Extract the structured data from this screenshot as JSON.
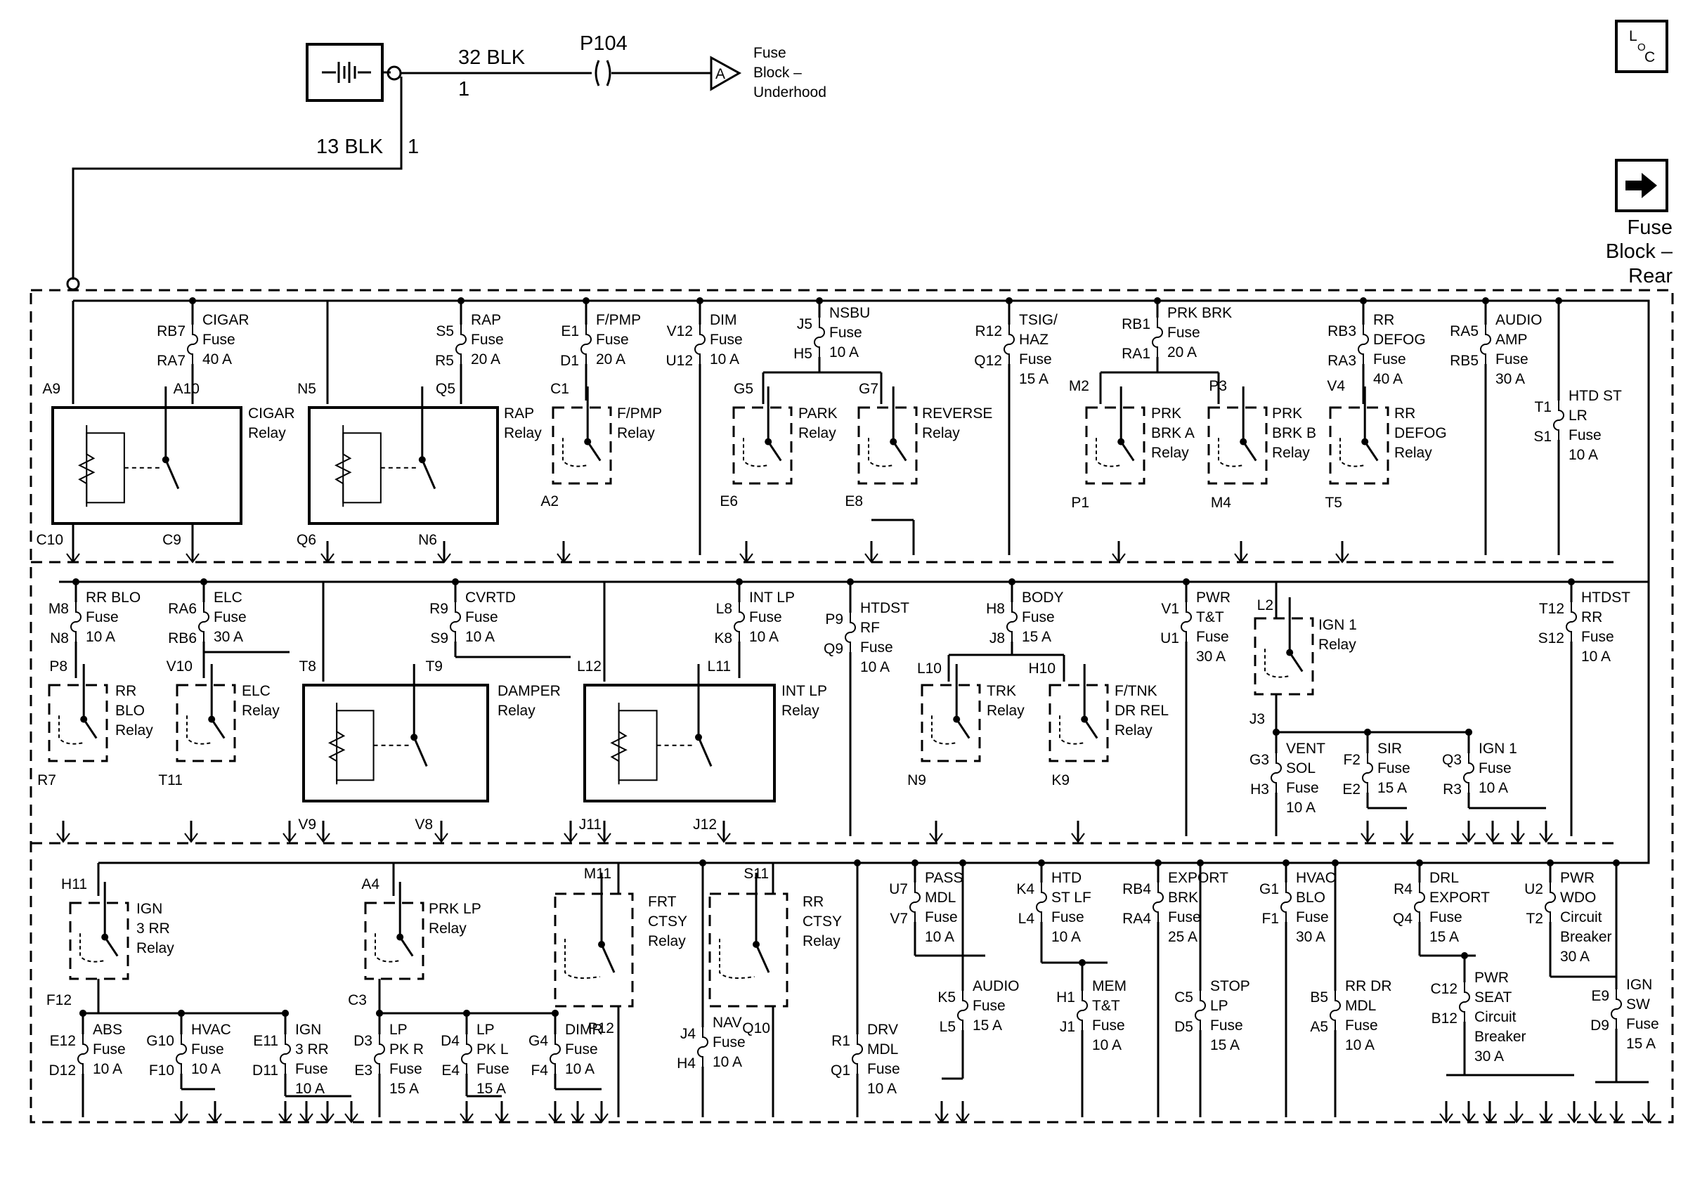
{
  "header": {
    "wire_main": "32 BLK",
    "wire_main_circuit": "1",
    "splice": "P104",
    "connector_ref": "A",
    "dest_lines": [
      "Fuse",
      "Block –",
      "Underhood"
    ],
    "ground_wire": "13 BLK",
    "ground_wire_circuit": "1"
  },
  "nav": {
    "loc_text": [
      "L",
      "O",
      "C"
    ],
    "next_icon": "right-arrow-icon",
    "next_label_lines": [
      "Fuse",
      "Block –",
      "Rear"
    ]
  },
  "fuses": [
    {
      "id": "cigar",
      "top": "RB7",
      "bot": "RA7",
      "lines": [
        "CIGAR",
        "Fuse",
        "40 A"
      ]
    },
    {
      "id": "rap",
      "top": "S5",
      "bot": "R5",
      "lines": [
        "RAP",
        "Fuse",
        "20 A"
      ]
    },
    {
      "id": "fpmp",
      "top": "E1",
      "bot": "D1",
      "lines": [
        "F/PMP",
        "Fuse",
        "20 A"
      ]
    },
    {
      "id": "dim",
      "top": "V12",
      "bot": "U12",
      "lines": [
        "DIM",
        "Fuse",
        "10 A"
      ]
    },
    {
      "id": "nsbu",
      "top": "J5",
      "bot": "H5",
      "lines": [
        "NSBU",
        "Fuse",
        "10 A"
      ]
    },
    {
      "id": "tsig",
      "top": "R12",
      "bot": "Q12",
      "lines": [
        "TSIG/",
        "HAZ",
        "Fuse",
        "15 A"
      ]
    },
    {
      "id": "prkbrk",
      "top": "RB1",
      "bot": "RA1",
      "lines": [
        "PRK BRK",
        "Fuse",
        "20 A"
      ]
    },
    {
      "id": "rrdefog",
      "top": "RB3",
      "bot": "RA3",
      "lines": [
        "RR",
        "DEFOG",
        "Fuse",
        "40 A"
      ]
    },
    {
      "id": "audioamp",
      "top": "RA5",
      "bot": "RB5",
      "lines": [
        "AUDIO",
        "AMP",
        "Fuse",
        "30 A"
      ]
    },
    {
      "id": "htdstlr",
      "top": "T1",
      "bot": "S1",
      "lines": [
        "HTD ST",
        "LR",
        "Fuse",
        "10 A"
      ]
    },
    {
      "id": "rrblo",
      "top": "M8",
      "bot": "N8",
      "lines": [
        "RR BLO",
        "Fuse",
        "10 A"
      ]
    },
    {
      "id": "elc",
      "top": "RA6",
      "bot": "RB6",
      "lines": [
        "ELC",
        "Fuse",
        "30 A"
      ]
    },
    {
      "id": "cvrtd",
      "top": "R9",
      "bot": "S9",
      "lines": [
        "CVRTD",
        "Fuse",
        "10 A"
      ]
    },
    {
      "id": "intlp",
      "top": "L8",
      "bot": "K8",
      "lines": [
        "INT LP",
        "Fuse",
        "10 A"
      ]
    },
    {
      "id": "htdstrf",
      "top": "P9",
      "bot": "Q9",
      "lines": [
        "HTDST",
        "RF",
        "Fuse",
        "10 A"
      ]
    },
    {
      "id": "body",
      "top": "H8",
      "bot": "J8",
      "lines": [
        "BODY",
        "Fuse",
        "15 A"
      ]
    },
    {
      "id": "pwrtt",
      "top": "V1",
      "bot": "U1",
      "lines": [
        "PWR",
        "T&T",
        "Fuse",
        "30 A"
      ]
    },
    {
      "id": "htdstrr",
      "top": "T12",
      "bot": "S12",
      "lines": [
        "HTDST",
        "RR",
        "Fuse",
        "10 A"
      ]
    },
    {
      "id": "ventsol",
      "top": "G3",
      "bot": "H3",
      "lines": [
        "VENT",
        "SOL",
        "Fuse",
        "10 A"
      ]
    },
    {
      "id": "sir",
      "top": "F2",
      "bot": "E2",
      "lines": [
        "SIR",
        "Fuse",
        "15 A"
      ]
    },
    {
      "id": "ign1f",
      "top": "Q3",
      "bot": "R3",
      "lines": [
        "IGN 1",
        "Fuse",
        "10 A"
      ]
    },
    {
      "id": "abs",
      "top": "E12",
      "bot": "D12",
      "lines": [
        "ABS",
        "Fuse",
        "10 A"
      ]
    },
    {
      "id": "hvac",
      "top": "G10",
      "bot": "F10",
      "lines": [
        "HVAC",
        "Fuse",
        "10 A"
      ]
    },
    {
      "id": "ign3rrf",
      "top": "E11",
      "bot": "D11",
      "lines": [
        "IGN",
        "3 RR",
        "Fuse",
        "10 A"
      ]
    },
    {
      "id": "lppkr",
      "top": "D3",
      "bot": "E3",
      "lines": [
        "LP",
        "PK R",
        "Fuse",
        "15 A"
      ]
    },
    {
      "id": "lppkl",
      "top": "D4",
      "bot": "E4",
      "lines": [
        "LP",
        "PK L",
        "Fuse",
        "15 A"
      ]
    },
    {
      "id": "dimr",
      "top": "G4",
      "bot": "F4",
      "lines": [
        "DIMR",
        "Fuse",
        "10 A"
      ]
    },
    {
      "id": "nav",
      "top": "J4",
      "bot": "H4",
      "lines": [
        "NAV",
        "Fuse",
        "10 A"
      ]
    },
    {
      "id": "drvmdl",
      "top": "R1",
      "bot": "Q1",
      "lines": [
        "DRV",
        "MDL",
        "Fuse",
        "10 A"
      ]
    },
    {
      "id": "passmdl",
      "top": "U7",
      "bot": "V7",
      "lines": [
        "PASS",
        "MDL",
        "Fuse",
        "10 A"
      ]
    },
    {
      "id": "audio",
      "top": "K5",
      "bot": "L5",
      "lines": [
        "AUDIO",
        "Fuse",
        "15 A"
      ]
    },
    {
      "id": "htdstlf",
      "top": "K4",
      "bot": "L4",
      "lines": [
        "HTD",
        "ST LF",
        "Fuse",
        "10 A"
      ]
    },
    {
      "id": "memtt",
      "top": "H1",
      "bot": "J1",
      "lines": [
        "MEM",
        "T&T",
        "Fuse",
        "10 A"
      ]
    },
    {
      "id": "exportbrk",
      "top": "RB4",
      "bot": "RA4",
      "lines": [
        "EXPORT",
        "BRK",
        "Fuse",
        "25 A"
      ]
    },
    {
      "id": "stoplp",
      "top": "C5",
      "bot": "D5",
      "lines": [
        "STOP",
        "LP",
        "Fuse",
        "15 A"
      ]
    },
    {
      "id": "hvacblo",
      "top": "G1",
      "bot": "F1",
      "lines": [
        "HVAC",
        "BLO",
        "Fuse",
        "30 A"
      ]
    },
    {
      "id": "rrdrmdl",
      "top": "B5",
      "bot": "A5",
      "lines": [
        "RR DR",
        "MDL",
        "Fuse",
        "10 A"
      ]
    },
    {
      "id": "drlexport",
      "top": "R4",
      "bot": "Q4",
      "lines": [
        "DRL",
        "EXPORT",
        "Fuse",
        "15 A"
      ]
    },
    {
      "id": "pwrseat",
      "top": "C12",
      "bot": "B12",
      "lines": [
        "PWR",
        "SEAT",
        "Circuit",
        "Breaker",
        "30 A"
      ]
    },
    {
      "id": "pwrwdo",
      "top": "U2",
      "bot": "T2",
      "lines": [
        "PWR",
        "WDO",
        "Circuit",
        "Breaker",
        "30 A"
      ]
    },
    {
      "id": "ignsw",
      "top": "E9",
      "bot": "D9",
      "lines": [
        "IGN",
        "SW",
        "Fuse",
        "15 A"
      ]
    }
  ],
  "relays": [
    {
      "id": "cigar",
      "lines": [
        "CIGAR",
        "Relay"
      ],
      "pins": [
        "A9",
        "A10",
        "C10",
        "C9"
      ]
    },
    {
      "id": "rap",
      "lines": [
        "RAP",
        "Relay"
      ],
      "pins": [
        "N5",
        "Q5",
        "Q6",
        "N6"
      ]
    },
    {
      "id": "fpmp",
      "lines": [
        "F/PMP",
        "Relay"
      ],
      "pins": [
        "C1",
        "A2"
      ]
    },
    {
      "id": "park",
      "lines": [
        "PARK",
        "Relay"
      ],
      "pins": [
        "G5",
        "E6"
      ]
    },
    {
      "id": "reverse",
      "lines": [
        "REVERSE",
        "Relay"
      ],
      "pins": [
        "G7",
        "E8"
      ]
    },
    {
      "id": "prkbrka",
      "lines": [
        "PRK",
        "BRK A",
        "Relay"
      ],
      "pins": [
        "M2",
        "P1"
      ]
    },
    {
      "id": "prkbrkb",
      "lines": [
        "PRK",
        "BRK B",
        "Relay"
      ],
      "pins": [
        "P3",
        "M4"
      ]
    },
    {
      "id": "rrdefog",
      "lines": [
        "RR",
        "DEFOG",
        "Relay"
      ],
      "pins": [
        "V4",
        "T5"
      ]
    },
    {
      "id": "rrblo",
      "lines": [
        "RR",
        "BLO",
        "Relay"
      ],
      "pins": [
        "P8",
        "R7"
      ]
    },
    {
      "id": "elc",
      "lines": [
        "ELC",
        "Relay"
      ],
      "pins": [
        "V10",
        "T11"
      ]
    },
    {
      "id": "damper",
      "lines": [
        "DAMPER",
        "Relay"
      ],
      "pins": [
        "T8",
        "T9",
        "V9",
        "V8"
      ]
    },
    {
      "id": "intlp",
      "lines": [
        "INT LP",
        "Relay"
      ],
      "pins": [
        "L12",
        "L11",
        "J11",
        "J12"
      ]
    },
    {
      "id": "trk",
      "lines": [
        "TRK",
        "Relay"
      ],
      "pins": [
        "L10",
        "N9"
      ]
    },
    {
      "id": "ftnk",
      "lines": [
        "F/TNK",
        "DR REL",
        "Relay"
      ],
      "pins": [
        "H10",
        "K9"
      ]
    },
    {
      "id": "ign1",
      "lines": [
        "IGN 1",
        "Relay"
      ],
      "pins": [
        "L2",
        "J3"
      ]
    },
    {
      "id": "ign3rr",
      "lines": [
        "IGN",
        "3 RR",
        "Relay"
      ],
      "pins": [
        "H11",
        "F12"
      ]
    },
    {
      "id": "prklp",
      "lines": [
        "PRK LP",
        "Relay"
      ],
      "pins": [
        "A4",
        "C3"
      ]
    },
    {
      "id": "frtctsy",
      "lines": [
        "FRT",
        "CTSY",
        "Relay"
      ],
      "pins": [
        "M11",
        "P12"
      ]
    },
    {
      "id": "rrctsy",
      "lines": [
        "RR",
        "CTSY",
        "Relay"
      ],
      "pins": [
        "S11",
        "Q10"
      ]
    }
  ]
}
